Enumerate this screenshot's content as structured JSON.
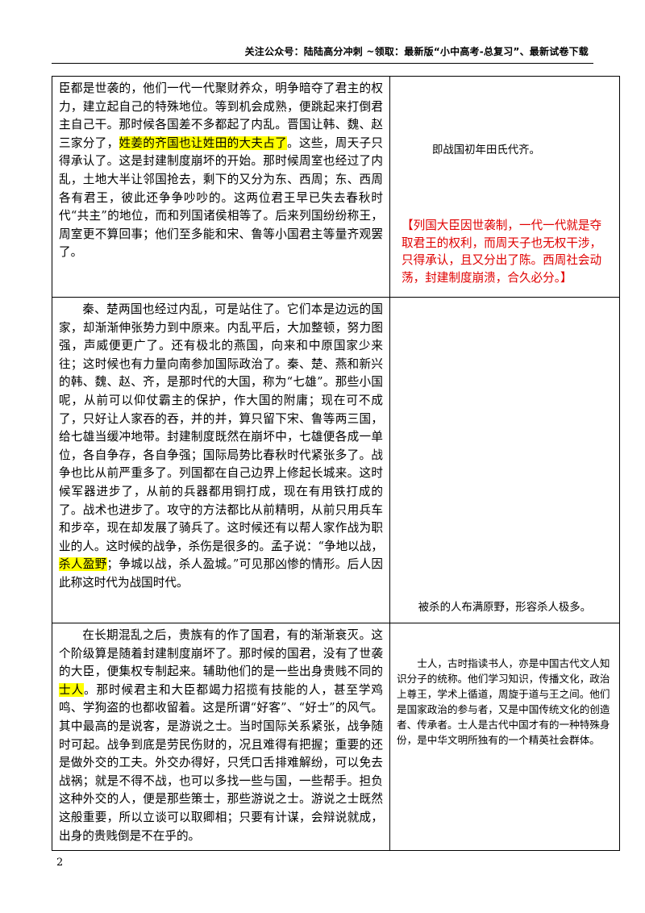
{
  "header": {
    "text": "关注公众号：陆陆高分冲刺 ~领取：最新版“小中高考-总复习”、最新试卷下载"
  },
  "rows": [
    {
      "main_a": "臣都是世袭的，他们一代一代聚财养众，明争暗夺了君主的权力，建立起自己的特殊地位。等到机会成熟，便跳起来打倒君主自己干。那时候各国差不多都起了内乱。晋国让韩、魏、赵三家分了，",
      "main_hl": "姓姜的齐国也让姓田的大夫占了",
      "main_b": "。这些，周天子只得承认了。这是封建制度崩坏的开始。那时候周室也经过了内乱，土地大半让邻国抢去，剩下的又分为东、西周；东、西周各有君王，彼此还争争吵吵的。这两位君王早已失去春秋时代“共主”的地位，而和列国诸侯相等了。后来列国纷纷称王，周室更不算回事；他们至多能和宋、鲁等小国君主等量齐观罢了。",
      "note1": "即战国初年田氏代齐。",
      "note2": "【列国大臣因世袭制，一代一代就是夺取君王的权利，而周天子也无权干涉，只得承认，且又分出了陈。西周社会动荡，封建制度崩溃，合久必分。】"
    },
    {
      "main_a": "秦、楚两国也经过内乱，可是站住了。它们本是边远的国家，却渐渐伸张势力到中原来。内乱平后，大加整顿，努力图强，声威便更广了。还有极北的燕国，向来和中原国家少来往；这时候也有力量向南参加国际政治了。秦、楚、燕和新兴的韩、魏、赵、齐，是那时代的大国，称为“七雄”。那些小国呢，从前可以仰仗霸主的保护，作大国的附庸；现在可不成了，只好让人家吞的吞，并的并，算只留下宋、鲁等两三国，给七雄当缓冲地带。封建制度既然在崩坏中，七雄便各成一单位，各自争存，各自争强；国际局势比春秋时代紧张多了。战争也比从前严重多了。列国都在自己边界上修起长城来。这时候军器进步了，从前的兵器都用铜打成，现在有用铁打成的了。战术也进步了。攻守的方法都比从前精明，从前只用兵车和步卒，现在却发展了骑兵了。这时候还有以帮人家作战为职业的人。这时候的战争，杀伤是很多的。孟子说：“争地以战，",
      "main_hl": "杀人盈野",
      "main_b": "；争城以战，杀人盈城。”可见那凶惨的情形。后人因此称这时代为战国时代。",
      "note1": "被杀的人布满原野，形容杀人极多。"
    },
    {
      "main_a": "在长期混乱之后，贵族有的作了国君，有的渐渐衰灭。这个阶级算是随着封建制度崩坏了。那时候的国君，没有了世袭的大臣，便集权专制起来。辅助他们的是一些出身贵贱不同的",
      "main_hl": "士人",
      "main_b": "。那时候君主和大臣都竭力招揽有技能的人，甚至学鸡鸣、学狗盗的也都收留着。这是所谓“好客”、“好士”的风气。其中最高的是说客，是游说之士。当时国际关系紧张，战争随时可起。战争到底是劳民伤财的，况且难得有把握；重要的还是做外交的工夫。外交办得好，只凭口舌排难解纷，可以免去战祸；就是不得不战，也可以多找一些与国，一些帮手。担负这种外交的人，便是那些策士，那些游说之士。游说之士既然这般重要，所以立谈可以取卿相；只要有计谋，会辩说就成，出身的贵贱倒是不在乎的。",
      "note1": "士人，古时指读书人，亦是中国古代文人知识分子的统称。他们学习知识，传播文化，政治上尊王，学术上循道，周旋于道与王之间。他们是国家政治的参与者，又是中国传统文化的创造者、传承者。士人是古代中国才有的一种特殊身份，是中华文明所独有的一个精英社会群体。"
    }
  ],
  "page": {
    "number": "2"
  }
}
